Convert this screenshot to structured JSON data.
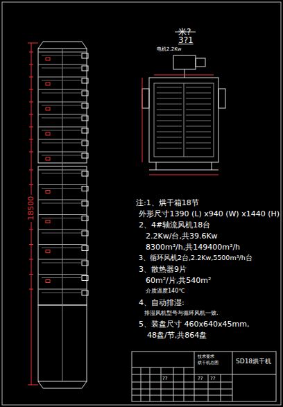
{
  "diagram": {
    "labels": [
      "18500",
      "米?",
      "3?1",
      "电机2.2Kw",
      "注:1、烘干箱18节",
      "外形尺寸1390 (L) x940 (W) x1440 (H)",
      "2、4#轴流风机18台",
      "2.2Kw/台,共39.6Kw",
      "8300m³/h,共149400m³/h",
      "3、循环风机2台,2.2Kw,5500m³/h台",
      "3、散热器9片",
      "60m²/片,共540m²",
      "介质温度140℃",
      "4、自动排湿:",
      "排湿风机型号与循环风机一致.",
      "5、装盘尺寸 460x640x45mm,",
      "48盘/节,共864盘",
      "SD18烘干机",
      "烘干机总图",
      "技术要求",
      "??",
      "??",
      "??"
    ]
  }
}
